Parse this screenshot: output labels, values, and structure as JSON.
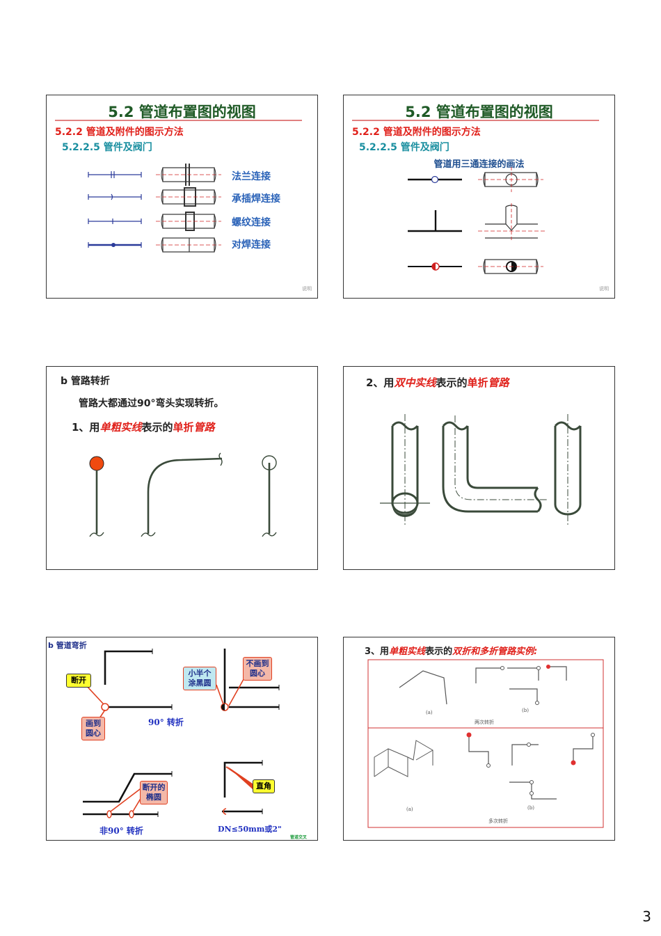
{
  "slide1": {
    "title": "5.2 管道布置图的视图",
    "sub1": "5.2.2 管道及附件的图示方法",
    "sub2": "5.2.2.5 管件及阀门",
    "labels": [
      "法兰连接",
      "承插焊连接",
      "螺纹连接",
      "对焊连接"
    ],
    "mark": "说明"
  },
  "slide2": {
    "title": "5.2 管道布置图的视图",
    "sub1": "5.2.2 管道及附件的图示方法",
    "sub2": "5.2.2.5 管件及阀门",
    "caption": "管道用三通连接的画法",
    "mark": "说明"
  },
  "slide3": {
    "head": "b 管路转折",
    "line1": "管路大都通过90°弯头实现转折。",
    "line2_prefix": "1、用",
    "line2_em": "单粗实线",
    "line2_mid": "表示的",
    "line2_red": "单折",
    "line2_em2": "管路"
  },
  "slide4": {
    "line_prefix": "2、用",
    "line_em": "双中实线",
    "line_mid": "表示的",
    "line_red": "单折",
    "line_em2": "管路"
  },
  "slide5": {
    "head": "b 管道弯折",
    "callouts": {
      "duankai": "断开",
      "huadao": "画到圆心",
      "xiaoban": "小半个涂黑圆",
      "buhua": "不画到圆心",
      "duankai_ty": "断开的椭圆",
      "zhijiao": "直角"
    },
    "caption_90": "90° 转折",
    "caption_non90": "非90° 转折",
    "caption_dn": "DN≤50mm或2\"",
    "mini": "管道交叉"
  },
  "slide6": {
    "line_prefix": "3、用",
    "line_em": "单粗实线",
    "line_mid": "表示的",
    "line_em2": "双折和多折管路实例:",
    "cap_a1": "(a)",
    "cap_b1": "(b)",
    "cap_two": "两次转折",
    "cap_a2": "(a)",
    "cap_b2": "(b)",
    "cap_multi": "多次转折"
  },
  "page_number": "3"
}
